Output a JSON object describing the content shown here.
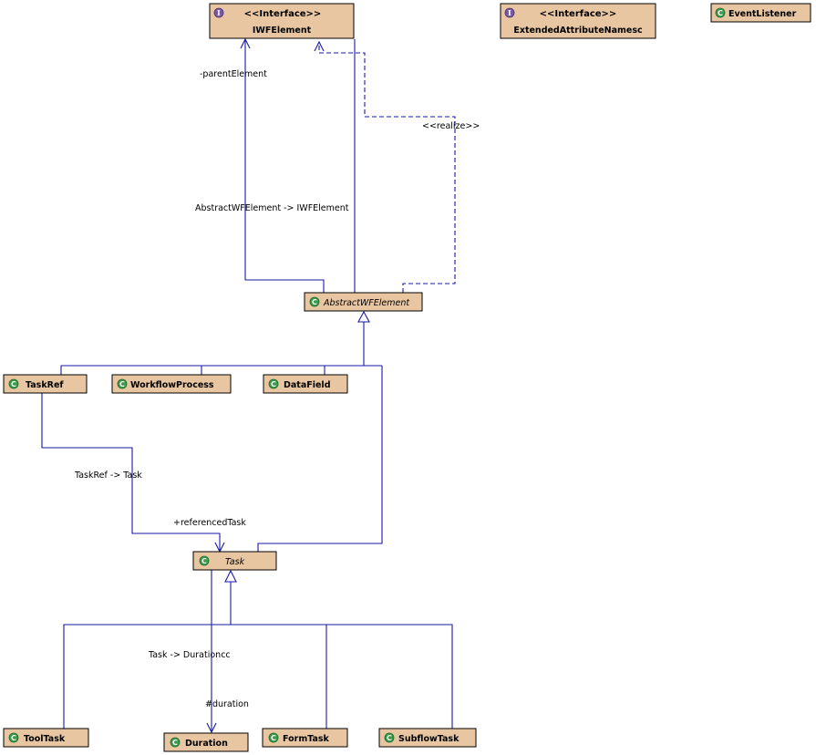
{
  "icons": {
    "class": "class-icon",
    "interface": "interface-icon"
  },
  "colors": {
    "box_fill": "#e8c6a2",
    "edge": "#1a1aa6",
    "class_icon": "#3a9b4a",
    "interface_icon": "#7a57a8"
  },
  "nodes": {
    "iwfelement": {
      "stereotype": "<<Interface>>",
      "name": "IWFElement"
    },
    "extended": {
      "stereotype": "<<Interface>>",
      "name": "ExtendedAttributeNamesc"
    },
    "eventlistener": {
      "name": "EventListener"
    },
    "abstractwfelement": {
      "name": "AbstractWFElement"
    },
    "taskref": {
      "name": "TaskRef"
    },
    "workflowprocess": {
      "name": "WorkflowProcess"
    },
    "datafield": {
      "name": "DataField"
    },
    "task": {
      "name": "Task"
    },
    "tooltask": {
      "name": "ToolTask"
    },
    "duration": {
      "name": "Duration"
    },
    "formtask": {
      "name": "FormTask"
    },
    "subflowtask": {
      "name": "SubflowTask"
    }
  },
  "edges": {
    "parent_element": "-parentElement",
    "realize": "<<realize>>",
    "abstract_to_iwf": "AbstractWFElement -> IWFElement",
    "taskref_to_task": "TaskRef -> Task",
    "referenced_task": "+referencedTask",
    "task_to_duration": "Task -> Durationcc",
    "duration_role": "#duration"
  }
}
